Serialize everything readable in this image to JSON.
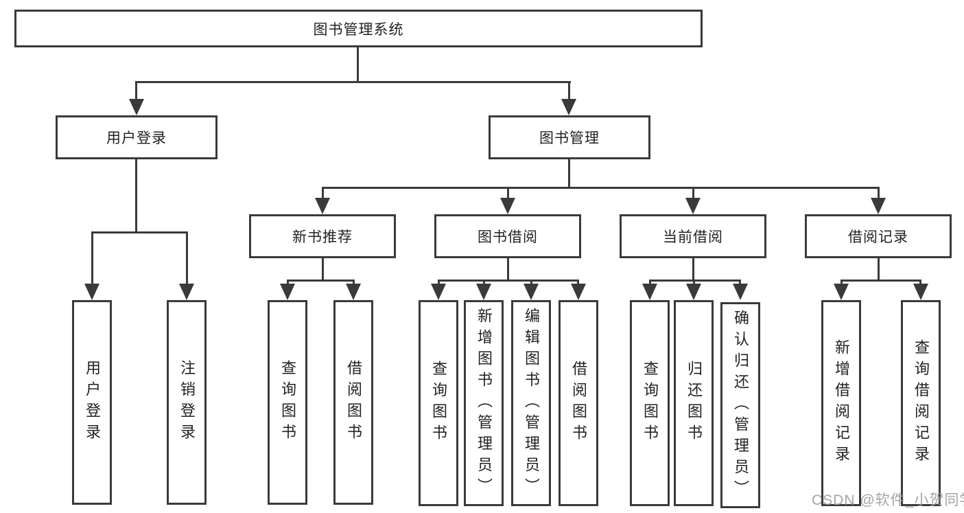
{
  "diagram_title": "图书管理系统",
  "watermark": "CSDN @软件_小贺同学",
  "colors": {
    "line": "#3a3a3a",
    "text": "#222222",
    "background": "#ffffff",
    "watermark": "#9e9ea5"
  },
  "nodes": {
    "root": {
      "label": "图书管理系统"
    },
    "level1": [
      {
        "label": "用户登录"
      },
      {
        "label": "图书管理"
      }
    ],
    "level2": [
      {
        "label": "新书推荐"
      },
      {
        "label": "图书借阅"
      },
      {
        "label": "当前借阅"
      },
      {
        "label": "借阅记录"
      }
    ],
    "leaves_user": [
      {
        "label": "用户登录"
      },
      {
        "label": "注销登录"
      }
    ],
    "leaves_newbook": [
      {
        "label": "查询图书"
      },
      {
        "label": "借阅图书"
      }
    ],
    "leaves_borrow": [
      {
        "label": "查询图书"
      },
      {
        "label": "新增图书（管理员）"
      },
      {
        "label": "编辑图书（管理员）"
      },
      {
        "label": "借阅图书"
      }
    ],
    "leaves_current": [
      {
        "label": "查询图书"
      },
      {
        "label": "归还图书"
      },
      {
        "label": "确认归还（管理员）"
      }
    ],
    "leaves_records": [
      {
        "label": "新增借阅记录"
      },
      {
        "label": "查询借阅记录"
      }
    ]
  }
}
